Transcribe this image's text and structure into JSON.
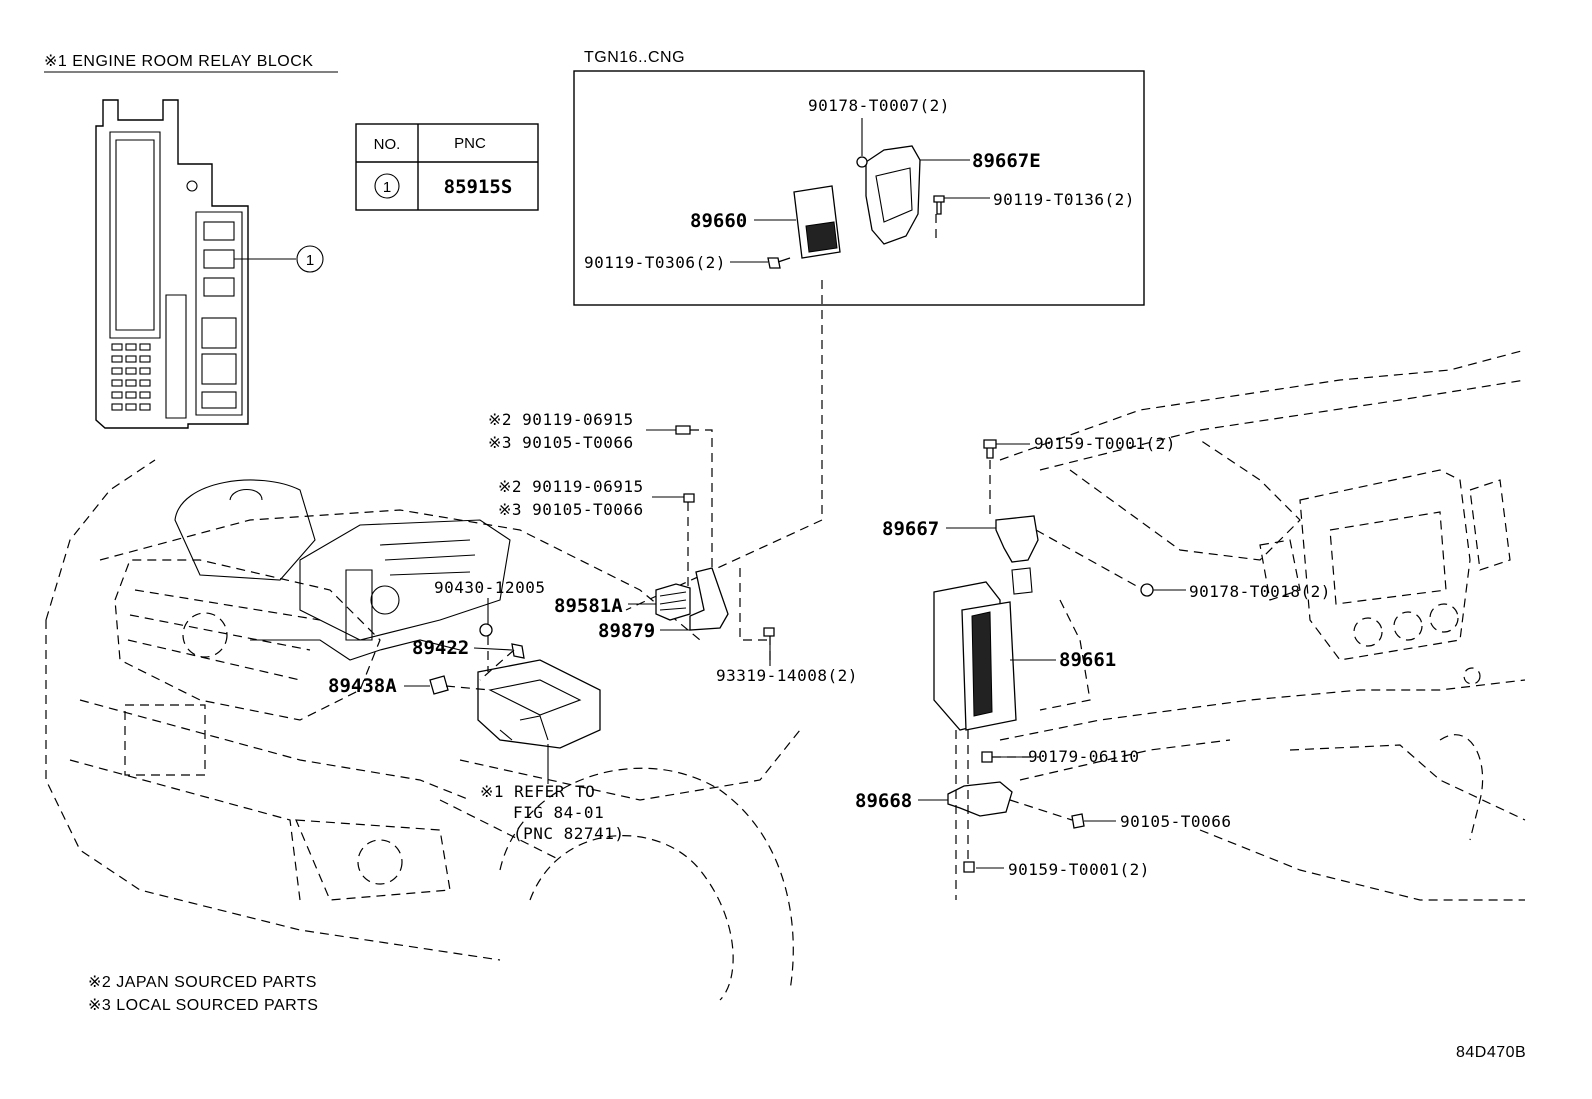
{
  "relay_block": {
    "title": "※1 ENGINE ROOM RELAY BLOCK",
    "callout": "1"
  },
  "pnc_table": {
    "header_no": "NO.",
    "header_pnc": "PNC",
    "row_no": "1",
    "row_pnc": "85915S"
  },
  "variant_box": {
    "title": "TGN16..CNG",
    "parts": {
      "p90178_T0007": "90178-T0007(2)",
      "p89667E": "89667E",
      "p90119_T0136": "90119-T0136(2)",
      "p89660": "89660",
      "p90119_T0306": "90119-T0306(2)"
    }
  },
  "engine_parts": {
    "note2_a": "※2 90119-06915",
    "note3_a": "※3 90105-T0066",
    "note2_b": "※2 90119-06915",
    "note3_b": "※3 90105-T0066",
    "p90430_12005": "90430-12005",
    "p89581A": "89581A",
    "p89879": "89879",
    "p89422": "89422",
    "p89438A": "89438A",
    "p93319_14008": "93319-14008(2)",
    "refer_1": "※1 REFER TO",
    "refer_2": "FIG 84-01",
    "refer_3": "(PNC 82741)"
  },
  "dash_parts": {
    "p90159_T0001_top": "90159-T0001(2)",
    "p89667": "89667",
    "p90178_T0018": "90178-T0018(2)",
    "p89661": "89661",
    "p90179_06110": "90179-06110",
    "p89668": "89668",
    "p90105_T0066": "90105-T0066",
    "p90159_T0001_bottom": "90159-T0001(2)"
  },
  "footnotes": {
    "note2": "※2 JAPAN SOURCED PARTS",
    "note3": "※3 LOCAL SOURCED PARTS"
  },
  "figure_id": "84D470B"
}
